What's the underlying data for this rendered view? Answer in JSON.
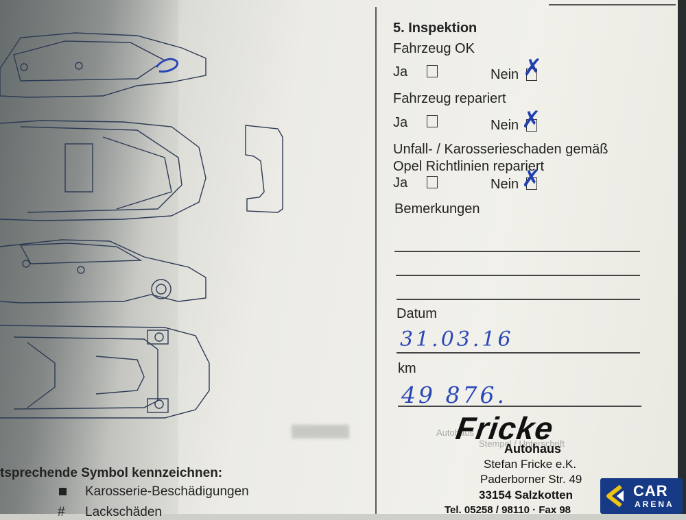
{
  "inspection": {
    "heading": "5. Inspektion",
    "vehicle_ok": {
      "label": "Fahrzeug OK",
      "yes_label": "Ja",
      "no_label": "Nein",
      "checked": "Nein"
    },
    "vehicle_repaired": {
      "label": "Fahrzeug repariert",
      "yes_label": "Ja",
      "no_label": "Nein",
      "checked": "Nein"
    },
    "damage_repaired": {
      "label_line1": "Unfall- / Karosserieschaden gemäß",
      "label_line2": "Opel Richtlinien repariert",
      "yes_label": "Ja",
      "no_label": "Nein",
      "checked": "Nein"
    },
    "remarks_label": "Bemerkungen",
    "date_label": "Datum",
    "date_value": "31.03.16",
    "km_label": "km",
    "km_value": "49 876."
  },
  "stamp": {
    "brand": "Fricke",
    "subtitle": "Autohaus",
    "owner": "Stefan Fricke e.K.",
    "street": "Paderborner Str. 49",
    "city": "33154 Salzkotten",
    "phone": "Tel. 05258 / 98110 · Fax 98"
  },
  "faint_print": {
    "line1": "Autohaus",
    "line2": "Stempel / Unterschrift"
  },
  "left_page": {
    "legend_heading": "tsprechende Symbol kennzeichnen:",
    "legend_item1": "Karosserie-Beschädigungen",
    "legend_item2_mark": "#",
    "legend_item2": "Lackschäden"
  },
  "watermark": {
    "line1": "CAR",
    "line2": "ARENA"
  },
  "colors": {
    "ink_blue": "#2a47b8",
    "badge_blue": "#163a86"
  }
}
